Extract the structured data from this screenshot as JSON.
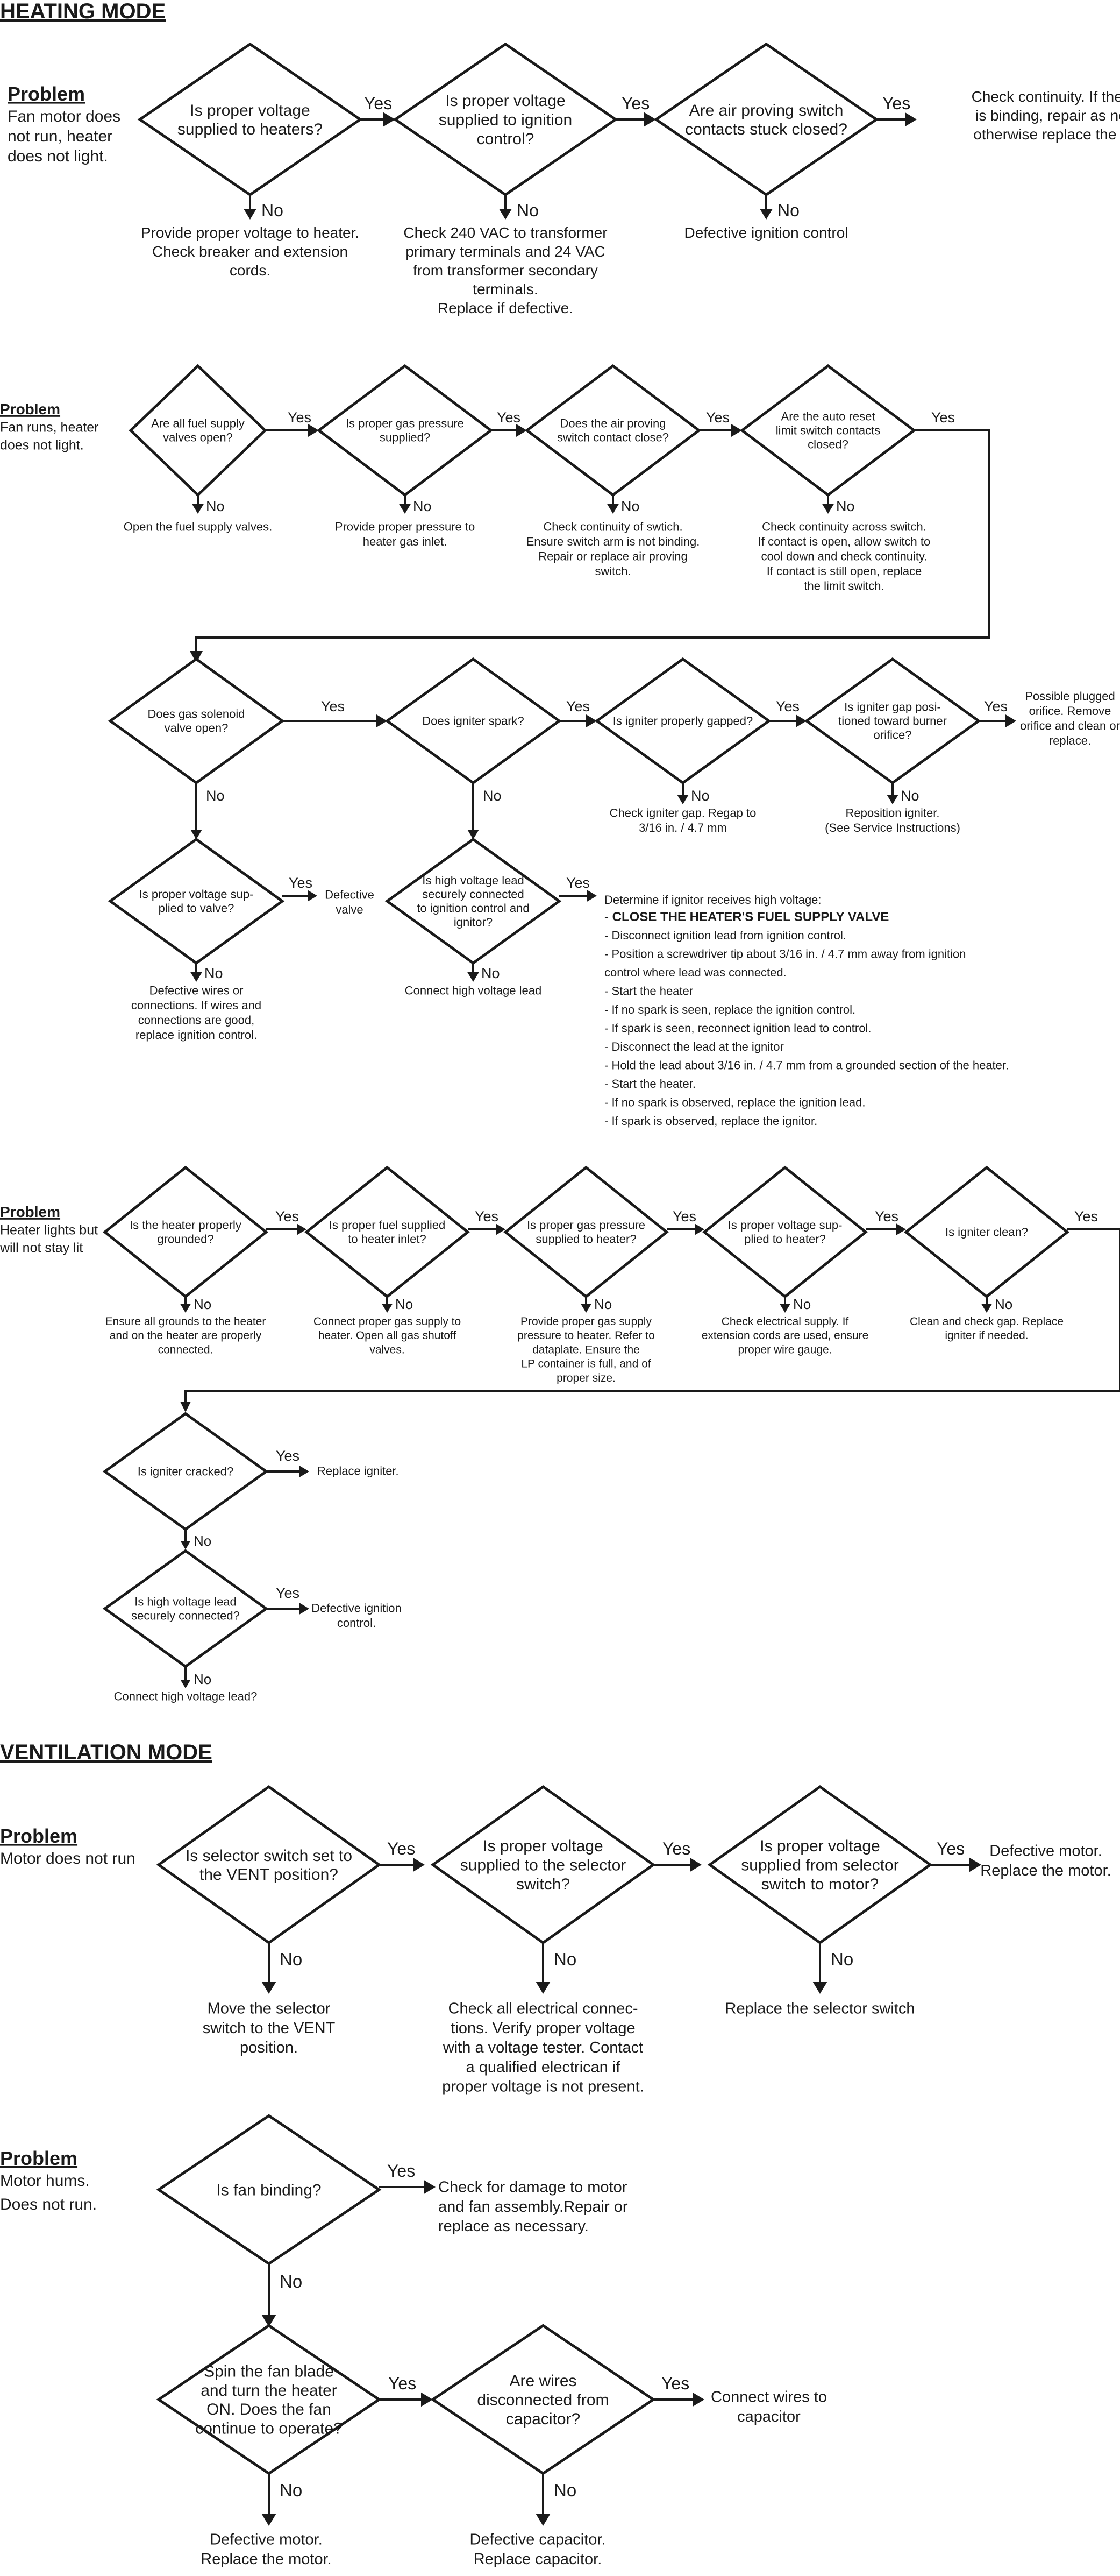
{
  "sections": {
    "heating": "HEATING MODE",
    "ventilation": "VENTILATION MODE"
  },
  "problems": [
    {
      "label": "Problem",
      "lines": [
        "Fan motor does",
        "not run, heater",
        "does not light."
      ]
    },
    {
      "label": "Problem",
      "lines": [
        "Fan runs, heater",
        "does not light."
      ]
    },
    {
      "label": "Problem",
      "lines": [
        "Heater lights but",
        "will not stay lit"
      ]
    },
    {
      "label": "Problem",
      "lines": [
        "Motor does not run"
      ]
    },
    {
      "label": "Problem",
      "lines": [
        "Motor hums.",
        "Does not run."
      ]
    }
  ],
  "decisions": [
    {
      "id": "d1",
      "lines": [
        "Is proper voltage",
        "supplied to heaters?"
      ]
    },
    {
      "id": "d2",
      "lines": [
        "Is proper voltage",
        "supplied to ignition",
        "control?"
      ]
    },
    {
      "id": "d3",
      "lines": [
        "Are air proving switch",
        "contacts stuck closed?"
      ]
    },
    {
      "id": "d4",
      "lines": [
        "Are all fuel supply",
        "valves open?"
      ]
    },
    {
      "id": "d5",
      "lines": [
        "Is proper gas pressure",
        "supplied?"
      ]
    },
    {
      "id": "d6",
      "lines": [
        "Does the air proving",
        "switch contact close?"
      ]
    },
    {
      "id": "d7",
      "lines": [
        "Are the auto reset",
        "limit switch contacts",
        "closed?"
      ]
    },
    {
      "id": "d8",
      "lines": [
        "Does gas solenoid",
        "valve open?"
      ]
    },
    {
      "id": "d9",
      "lines": [
        "Does igniter spark?"
      ]
    },
    {
      "id": "d10",
      "lines": [
        "Is igniter properly gapped?"
      ]
    },
    {
      "id": "d11",
      "lines": [
        "Is igniter gap posi-",
        "tioned toward burner",
        "orifice?"
      ]
    },
    {
      "id": "d12",
      "lines": [
        "Is proper voltage sup-",
        "plied to valve?"
      ]
    },
    {
      "id": "d13",
      "lines": [
        "Is high voltage lead",
        "securely connected",
        "to ignition control and",
        "ignitor?"
      ]
    },
    {
      "id": "d14",
      "lines": [
        "Is the heater properly",
        "grounded?"
      ]
    },
    {
      "id": "d15",
      "lines": [
        "Is proper fuel supplied",
        "to heater inlet?"
      ]
    },
    {
      "id": "d16",
      "lines": [
        "Is proper gas pressure",
        "supplied to heater?"
      ]
    },
    {
      "id": "d17",
      "lines": [
        "Is proper voltage sup-",
        "plied to heater?"
      ]
    },
    {
      "id": "d18",
      "lines": [
        "Is igniter clean?"
      ]
    },
    {
      "id": "d19",
      "lines": [
        "Is igniter cracked?"
      ]
    },
    {
      "id": "d20",
      "lines": [
        "Is high voltage lead",
        "securely connected?"
      ]
    },
    {
      "id": "d21",
      "lines": [
        "Is selector switch set to",
        "the VENT position?"
      ]
    },
    {
      "id": "d22",
      "lines": [
        "Is proper voltage",
        "supplied to the selector",
        "switch?"
      ]
    },
    {
      "id": "d23",
      "lines": [
        "Is proper voltage",
        "supplied from selector",
        "switch to motor?"
      ]
    },
    {
      "id": "d24",
      "lines": [
        "Is fan binding?"
      ]
    },
    {
      "id": "d25",
      "lines": [
        "Spin the fan blade",
        "and turn the heater",
        "ON. Does the fan",
        "continue to operate?"
      ]
    },
    {
      "id": "d26",
      "lines": [
        "Are wires",
        "disconnected from",
        "capacitor?"
      ]
    }
  ],
  "results": [
    {
      "id": "r1",
      "lines": [
        "Provide proper voltage to heater.",
        "Check breaker and extension",
        "cords."
      ]
    },
    {
      "id": "r2",
      "lines": [
        "Check 240 VAC to transformer",
        "primary terminals and 24 VAC",
        "from transformer secondary",
        "terminals.",
        "Replace if defective."
      ]
    },
    {
      "id": "r3",
      "lines": [
        "Defective ignition control"
      ]
    },
    {
      "id": "r4",
      "lines": [
        "Check continuity. If the switch",
        "is binding, repair as needed,",
        "otherwise replace the swtich."
      ]
    },
    {
      "id": "r5",
      "lines": [
        "Open the fuel supply valves."
      ]
    },
    {
      "id": "r6",
      "lines": [
        "Provide proper pressure to",
        "heater gas inlet."
      ]
    },
    {
      "id": "r7",
      "lines": [
        "Check continuity of swtich.",
        "Ensure switch arm is not binding.",
        "Repair or replace air proving",
        "switch."
      ]
    },
    {
      "id": "r8",
      "lines": [
        "Check continuity across switch.",
        "If contact is open, allow switch to",
        "cool down and check continuity.",
        "If contact is still open, replace",
        "the limit switch."
      ]
    },
    {
      "id": "r9",
      "lines": [
        "Check igniter gap. Regap to",
        "3/16 in.  / 4.7 mm"
      ]
    },
    {
      "id": "r10",
      "lines": [
        "Reposition igniter.",
        "(See Service Instructions)"
      ]
    },
    {
      "id": "r11",
      "lines": [
        "Possible plugged",
        "orifice. Remove",
        "orifice and clean or",
        "replace."
      ]
    },
    {
      "id": "r12",
      "lines": [
        "Defective",
        "valve"
      ]
    },
    {
      "id": "r13",
      "lines": [
        "Defective wires or",
        "connections. If wires and",
        "connections are good,",
        "replace ignition control."
      ]
    },
    {
      "id": "r14",
      "lines": [
        "Connect high voltage lead"
      ]
    },
    {
      "id": "r15",
      "lines": [
        "Ensure all grounds to the heater",
        "and on the heater are properly",
        "connected."
      ]
    },
    {
      "id": "r16",
      "lines": [
        "Connect proper gas supply to",
        "heater. Open all gas shutoff",
        "valves."
      ]
    },
    {
      "id": "r17",
      "lines": [
        "Provide proper gas supply",
        "pressure to heater. Refer to",
        "dataplate. Ensure the",
        "LP container is full, and of",
        "proper size."
      ]
    },
    {
      "id": "r18",
      "lines": [
        "Check electrical supply. If",
        "extension cords are used, ensure",
        "proper wire gauge."
      ]
    },
    {
      "id": "r19",
      "lines": [
        "Clean and check gap. Replace",
        "igniter if needed."
      ]
    },
    {
      "id": "r20",
      "lines": [
        "Replace igniter."
      ]
    },
    {
      "id": "r21",
      "lines": [
        "Defective ignition",
        "control."
      ]
    },
    {
      "id": "r22",
      "lines": [
        "Connect high voltage lead?"
      ]
    },
    {
      "id": "r23",
      "lines": [
        "Move the selector",
        "switch to the VENT",
        "position."
      ]
    },
    {
      "id": "r24",
      "lines": [
        "Check all electrical connec-",
        "tions. Verify proper voltage",
        "with a voltage tester. Contact",
        "a qualified electrican if",
        "proper voltage is not present."
      ]
    },
    {
      "id": "r25",
      "lines": [
        "Replace the selector switch"
      ]
    },
    {
      "id": "r26",
      "lines": [
        "Defective motor.",
        "Replace the motor."
      ]
    },
    {
      "id": "r27",
      "lines": [
        "Check for damage to motor",
        "and fan assembly.Repair or",
        "replace as necessary."
      ]
    },
    {
      "id": "r28",
      "lines": [
        "Defective motor.",
        "Replace the motor."
      ]
    },
    {
      "id": "r29",
      "lines": [
        "Defective capacitor.",
        "Replace capacitor."
      ]
    },
    {
      "id": "r30",
      "lines": [
        "Connect wires to",
        "capacitor"
      ]
    }
  ],
  "procedure": {
    "intro": "Determine if ignitor receives high voltage:",
    "warning": "- CLOSE THE HEATER'S FUEL SUPPLY VALVE",
    "steps": [
      "- Disconnect ignition lead from ignition control.",
      "- Position a screwdriver tip about 3/16 in. / 4.7 mm away from ignition",
      "  control where lead was connected.",
      "- Start the heater",
      "- If no spark is seen, replace the ignition control.",
      "- If spark is seen, reconnect ignition lead to control.",
      "- Disconnect the lead at the ignitor",
      "- Hold the lead about 3/16 in. / 4.7 mm from a grounded section of the heater.",
      "- Start the heater.",
      "- If no spark is observed, replace the ignition lead.",
      "- If spark is observed, replace the ignitor."
    ]
  },
  "labels": {
    "yes": "Yes",
    "no": "No"
  }
}
